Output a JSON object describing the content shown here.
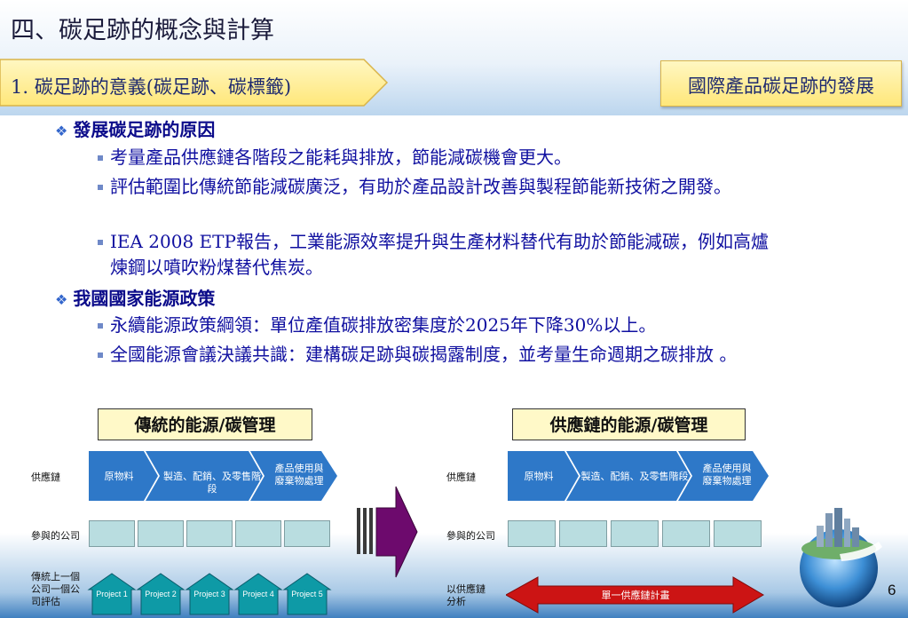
{
  "slide": {
    "title": "四、碳足跡的概念與計算",
    "left_tab": "1. 碳足跡的意義(碳足跡、碳標籤)",
    "right_tab": "國際產品碳足跡的發展",
    "page_number": "6"
  },
  "sections": [
    {
      "heading": "發展碳足跡的原因",
      "bullets": [
        "考量產品供應鏈各階段之能耗與排放，節能減碳機會更大。",
        "評估範圍比傳統節能減碳廣泛，有助於產品設計改善與製程節能新技術之開發。",
        "IEA 2008 ETP報告，工業能源效率提升與生產材料替代有助於節能減碳，例如高爐煉鋼以噴吹粉煤替代焦炭。"
      ]
    },
    {
      "heading": "我國國家能源政策",
      "bullets": [
        "永續能源政策綱領：單位產值碳排放密集度於2025年下降30%以上。",
        "全國能源會議決議共識：建構碳足跡與碳揭露制度，並考量生命週期之碳排放 。"
      ]
    }
  ],
  "diagram_left": {
    "title": "傳統的能源/碳管理",
    "row1_label": "供應鏈",
    "row2_label": "參與的公司",
    "row3_label": "傳統上一個公司一個公司評估",
    "chevrons": [
      "原物料",
      "製造、配銷、及零售階段",
      "產品使用與廢棄物處理"
    ],
    "projects": [
      "Project 1",
      "Project 2",
      "Project 3",
      "Project 4",
      "Project 5"
    ]
  },
  "diagram_right": {
    "title": "供應鏈的能源/碳管理",
    "row1_label": "供應鏈",
    "row2_label": "參與的公司",
    "row3_label": "以供應鏈分析",
    "chevrons": [
      "原物料",
      "製造、配銷、及零售階段",
      "產品使用與廢棄物處理"
    ],
    "arrow_label": "單一供應鏈計畫"
  },
  "colors": {
    "chevron_blue": "#2e78c8",
    "box_teal": "#b9dde0",
    "project_teal": "#0e9aa6",
    "big_arrow_purple": "#6d0a6d",
    "red_arrow": "#cc1414",
    "title_box_yellow": "#fff9c8"
  }
}
